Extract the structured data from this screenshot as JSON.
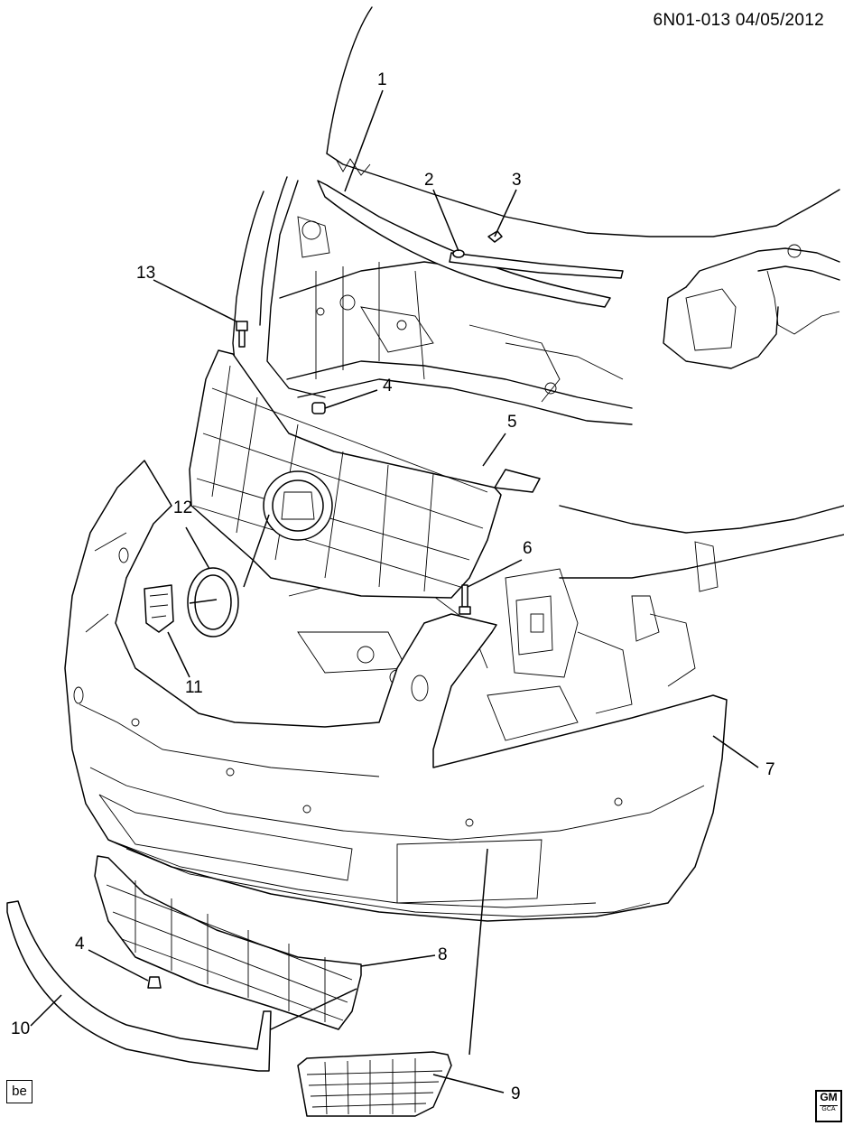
{
  "header": {
    "diagram_code": "6N01-013 04/05/2012"
  },
  "callouts": {
    "c1": "1",
    "c2": "2",
    "c3": "3",
    "c4a": "4",
    "c4b": "4",
    "c5": "5",
    "c6": "6",
    "c7": "7",
    "c8": "8",
    "c9": "9",
    "c10": "10",
    "c11": "11",
    "c12": "12",
    "c13": "13"
  },
  "badges": {
    "body_code": "be",
    "logo_top": "GM",
    "logo_bottom": "GCA"
  },
  "icons": {
    "logo": "gm-logo-icon"
  }
}
